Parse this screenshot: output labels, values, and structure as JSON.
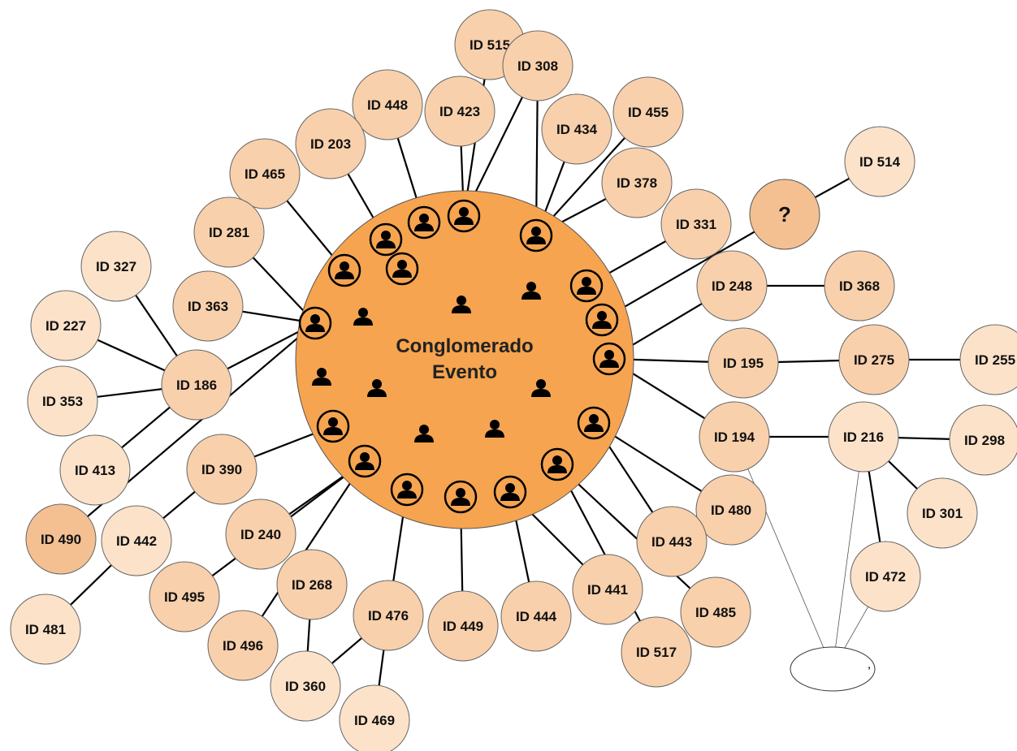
{
  "colors": {
    "center_fill": "#f6a44f",
    "strong": "#f4c092",
    "medium": "#f8d0ab",
    "light": "#fbe2c9",
    "edge": "#000000"
  },
  "center": {
    "line1": "Conglomerado",
    "line2": "Evento"
  },
  "question_node": {
    "label": "?"
  },
  "tail_node": {
    "label": "’"
  },
  "nodes": [
    {
      "id": "n515",
      "label": "ID 515",
      "shade": "medium"
    },
    {
      "id": "n308",
      "label": "ID 308",
      "shade": "medium"
    },
    {
      "id": "n448",
      "label": "ID 448",
      "shade": "medium"
    },
    {
      "id": "n423",
      "label": "ID 423",
      "shade": "medium"
    },
    {
      "id": "n434",
      "label": "ID 434",
      "shade": "medium"
    },
    {
      "id": "n455",
      "label": "ID 455",
      "shade": "medium"
    },
    {
      "id": "n203",
      "label": "ID 203",
      "shade": "medium"
    },
    {
      "id": "n465",
      "label": "ID 465",
      "shade": "medium"
    },
    {
      "id": "n378",
      "label": "ID 378",
      "shade": "medium"
    },
    {
      "id": "n514",
      "label": "ID 514",
      "shade": "light"
    },
    {
      "id": "n281",
      "label": "ID 281",
      "shade": "medium"
    },
    {
      "id": "n331",
      "label": "ID 331",
      "shade": "medium"
    },
    {
      "id": "n327",
      "label": "ID 327",
      "shade": "light"
    },
    {
      "id": "n248",
      "label": "ID 248",
      "shade": "medium"
    },
    {
      "id": "n368",
      "label": "ID 368",
      "shade": "medium"
    },
    {
      "id": "n363",
      "label": "ID 363",
      "shade": "medium"
    },
    {
      "id": "n227",
      "label": "ID 227",
      "shade": "light"
    },
    {
      "id": "n195",
      "label": "ID 195",
      "shade": "medium"
    },
    {
      "id": "n275",
      "label": "ID 275",
      "shade": "medium"
    },
    {
      "id": "n255",
      "label": "ID 255",
      "shade": "light"
    },
    {
      "id": "n186",
      "label": "ID 186",
      "shade": "medium"
    },
    {
      "id": "n353",
      "label": "ID 353",
      "shade": "light"
    },
    {
      "id": "n194",
      "label": "ID 194",
      "shade": "medium"
    },
    {
      "id": "n216",
      "label": "ID 216",
      "shade": "light"
    },
    {
      "id": "n298",
      "label": "ID 298",
      "shade": "light"
    },
    {
      "id": "n413",
      "label": "ID 413",
      "shade": "light"
    },
    {
      "id": "n390",
      "label": "ID 390",
      "shade": "medium"
    },
    {
      "id": "n480",
      "label": "ID 480",
      "shade": "medium"
    },
    {
      "id": "n301",
      "label": "ID 301",
      "shade": "light"
    },
    {
      "id": "n490",
      "label": "ID 490",
      "shade": "strong"
    },
    {
      "id": "n442",
      "label": "ID 442",
      "shade": "light"
    },
    {
      "id": "n240",
      "label": "ID 240",
      "shade": "medium"
    },
    {
      "id": "n443",
      "label": "ID 443",
      "shade": "medium"
    },
    {
      "id": "n472",
      "label": "ID 472",
      "shade": "light"
    },
    {
      "id": "n495",
      "label": "ID 495",
      "shade": "medium"
    },
    {
      "id": "n268",
      "label": "ID 268",
      "shade": "medium"
    },
    {
      "id": "n441",
      "label": "ID 441",
      "shade": "medium"
    },
    {
      "id": "n476",
      "label": "ID 476",
      "shade": "medium"
    },
    {
      "id": "n449",
      "label": "ID 449",
      "shade": "medium"
    },
    {
      "id": "n444",
      "label": "ID 444",
      "shade": "medium"
    },
    {
      "id": "n485",
      "label": "ID 485",
      "shade": "medium"
    },
    {
      "id": "n481",
      "label": "ID 481",
      "shade": "light"
    },
    {
      "id": "n496",
      "label": "ID 496",
      "shade": "medium"
    },
    {
      "id": "n517",
      "label": "ID 517",
      "shade": "medium"
    },
    {
      "id": "n360",
      "label": "ID 360",
      "shade": "light"
    },
    {
      "id": "n469",
      "label": "ID 469",
      "shade": "light"
    }
  ]
}
